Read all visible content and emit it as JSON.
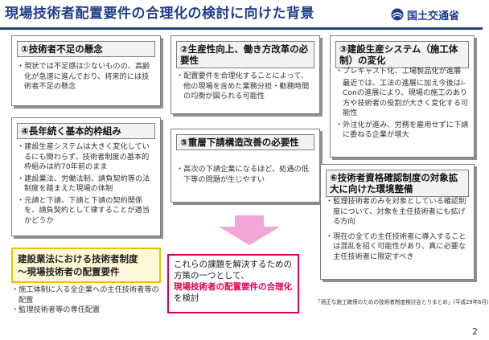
{
  "header": {
    "title": "現場技術者配置要件の合理化の検討に向けた背景",
    "logo_text": "国土交通省"
  },
  "boxes": [
    {
      "heading": "①技術者不足の懸念",
      "items": [
        "・現状では不足感は少ないものの、高齢化が急速に進んでおり、将来的には技術者不足の懸念"
      ]
    },
    {
      "heading": "②生産性向上、働き方改革の必要性",
      "items": [
        "・配置要件を合理化することによって、他の現場を含めた業務分担・勤務時間の均衡が図られる可能性"
      ]
    },
    {
      "heading": "③建設生産システム（施工体制）の変化",
      "items": [
        "・プレキャスト化、工場製品化が進展",
        "最近では、工法の進展に加え今後はi-Conの進展により、現場の施工のあり方や技術者の役割が大きく変化する可能性",
        "・外注化が進み、労務を雇用せずに下請に委ねる企業が増大"
      ]
    },
    {
      "heading": "④長年続く基本的枠組み",
      "items": [
        "・建設生産システムは大きく変化しているにも関わらず、技術者制度の基本的枠組みは約70年前のまま",
        "・建設業法、労働法制、請負契約等の法制度を踏まえた現場の体制",
        "・元請と下請、下請と下請の契約関係を、請負契約として律することが適当かどうか"
      ]
    },
    {
      "heading": "⑤重層下請構造改善の必要性",
      "items": [
        "・高次の下請企業になるほど、処遇の低下等の問題が生じやすい"
      ]
    },
    {
      "heading": "⑥技術者資格確認制度の対象拡大に向けた環境整備",
      "items": [
        "・監理技術者のみを対象としている確認制度について、対象を主任技術者にも拡げる方向",
        "・現在の全ての主任技術者に導入することは混乱を招く可能性があり、真に必要な主任技術者に限定すべき"
      ]
    }
  ],
  "law_box": {
    "title_line1": "建設業法における技術者制度",
    "title_line2": "～現場技術者の配置要件",
    "items": [
      "・施工体制に入る全企業への主任技術者等の配置",
      "・監理技術者等の専任配置"
    ]
  },
  "conclusion": {
    "line1": "これらの課題を解決するための",
    "line2": "方策の一つとして、",
    "emphasis": "現場技術者の配置要件の合理化",
    "line4": "を検討"
  },
  "source_note": "「適正な施工確保のための技術者制度検討会とりまとめ」(平成29年6月)",
  "page_number": "2",
  "colors": {
    "title": "#1f3f8a",
    "accent_red": "#e0004b",
    "accent_yellow": "#f0c000",
    "arrow_pink": "#f3a6d6"
  }
}
